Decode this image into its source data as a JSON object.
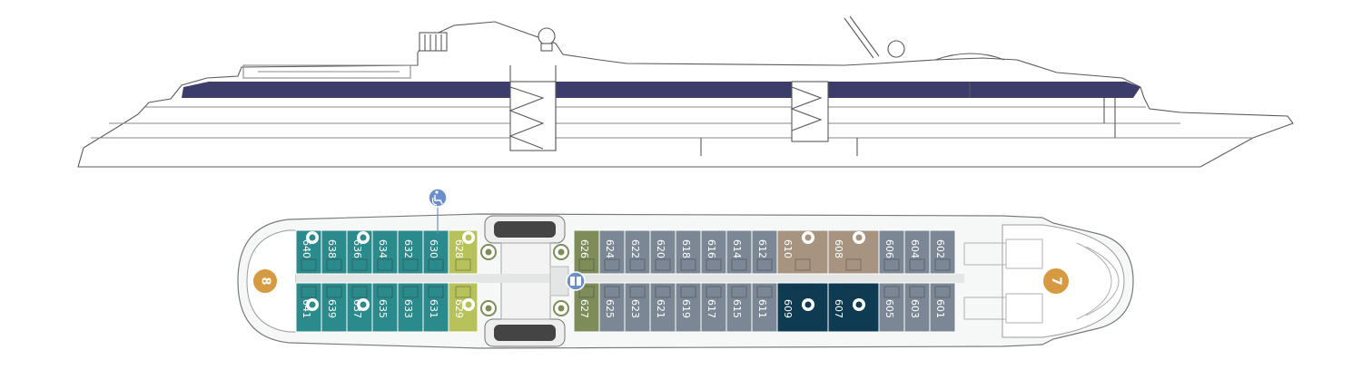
{
  "colors": {
    "teal": "#2B8A8C",
    "lime": "#B7C25A",
    "olive": "#7E8C5A",
    "slate": "#7C8796",
    "taupe": "#A69480",
    "navy": "#0F3B52",
    "hull_band": "#3D3D6B",
    "marker": "#D69A43",
    "access": "#6A8FCC",
    "corridor": "#E4E6E6",
    "outline": "#7B7B7B"
  },
  "markers": {
    "aft": "8",
    "fwd": "7"
  },
  "icons": {
    "accessible": "accessible-icon",
    "elevator": "elevator-icon",
    "cabin_feature": "cabin-feature-icon"
  },
  "cabins": {
    "top": [
      {
        "num": "640",
        "c": "teal"
      },
      {
        "num": "638",
        "c": "teal"
      },
      {
        "num": "636",
        "c": "teal"
      },
      {
        "num": "634",
        "c": "teal"
      },
      {
        "num": "632",
        "c": "teal"
      },
      {
        "num": "630",
        "c": "teal"
      },
      {
        "num": "628",
        "c": "lime"
      },
      {
        "num": "626",
        "c": "olive"
      },
      {
        "num": "624",
        "c": "slate"
      },
      {
        "num": "622",
        "c": "slate"
      },
      {
        "num": "620",
        "c": "slate"
      },
      {
        "num": "618",
        "c": "slate"
      },
      {
        "num": "616",
        "c": "slate"
      },
      {
        "num": "614",
        "c": "slate"
      },
      {
        "num": "612",
        "c": "slate"
      },
      {
        "num": "610",
        "c": "taupe"
      },
      {
        "num": "608",
        "c": "taupe"
      },
      {
        "num": "606",
        "c": "slate"
      },
      {
        "num": "604",
        "c": "slate"
      },
      {
        "num": "602",
        "c": "slate"
      }
    ],
    "bottom": [
      {
        "num": "641",
        "c": "teal"
      },
      {
        "num": "639",
        "c": "teal"
      },
      {
        "num": "637",
        "c": "teal"
      },
      {
        "num": "635",
        "c": "teal"
      },
      {
        "num": "633",
        "c": "teal"
      },
      {
        "num": "631",
        "c": "teal"
      },
      {
        "num": "629",
        "c": "lime"
      },
      {
        "num": "627",
        "c": "olive"
      },
      {
        "num": "625",
        "c": "slate"
      },
      {
        "num": "623",
        "c": "slate"
      },
      {
        "num": "621",
        "c": "slate"
      },
      {
        "num": "619",
        "c": "slate"
      },
      {
        "num": "617",
        "c": "slate"
      },
      {
        "num": "615",
        "c": "slate"
      },
      {
        "num": "611",
        "c": "slate"
      },
      {
        "num": "609",
        "c": "navy"
      },
      {
        "num": "607",
        "c": "navy"
      },
      {
        "num": "605",
        "c": "slate"
      },
      {
        "num": "603",
        "c": "slate"
      },
      {
        "num": "601",
        "c": "slate"
      }
    ]
  }
}
